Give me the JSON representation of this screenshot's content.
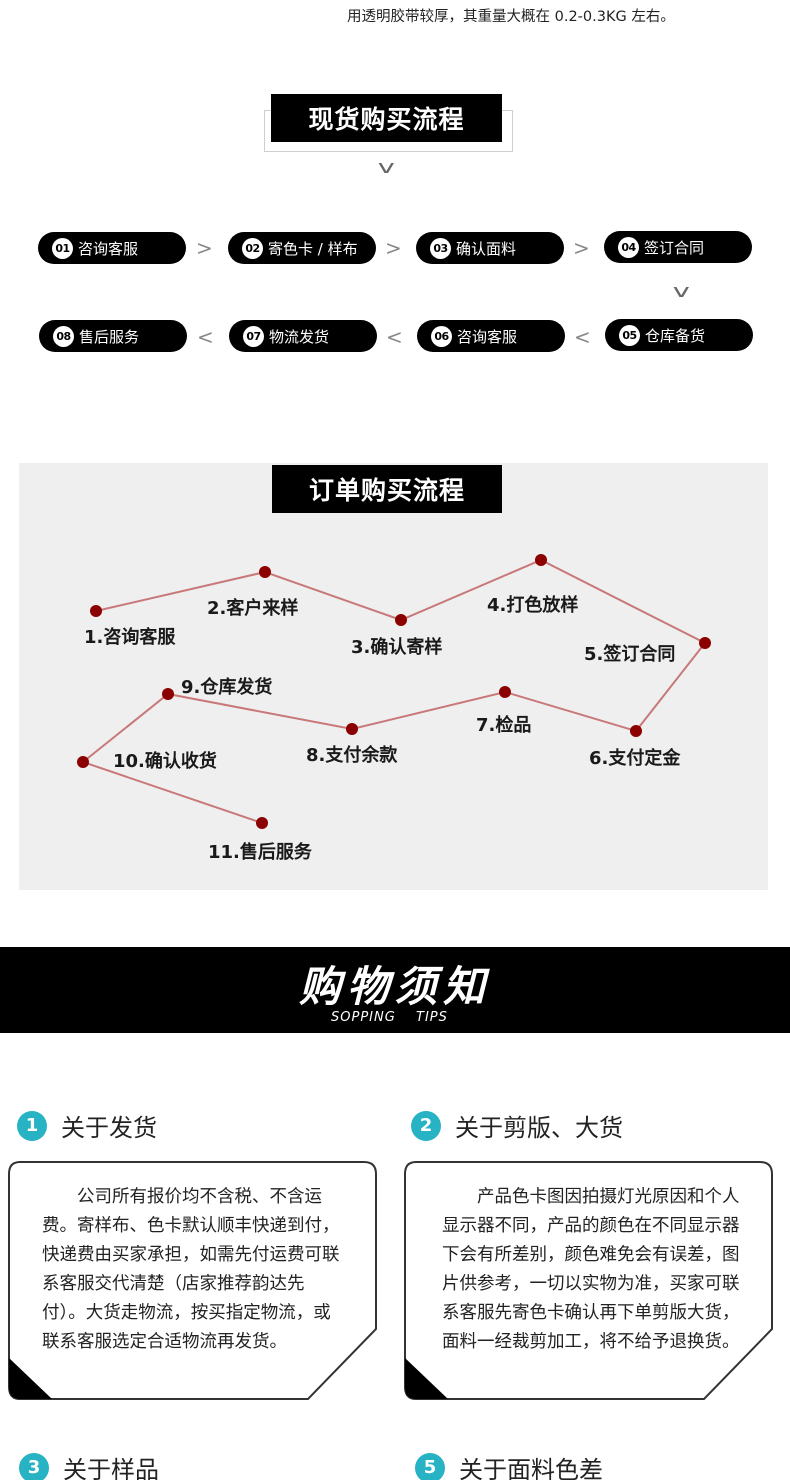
{
  "top_note": "用透明胶带较厚，其重量大概在 0.2-0.3KG 左右。",
  "spot_flow": {
    "title": "现货购买流程",
    "steps": [
      {
        "num": "01",
        "label": "咨询客服"
      },
      {
        "num": "02",
        "label": "寄色卡 / 样布"
      },
      {
        "num": "03",
        "label": "确认面料"
      },
      {
        "num": "04",
        "label": "签订合同"
      },
      {
        "num": "05",
        "label": "仓库备货"
      },
      {
        "num": "06",
        "label": "咨询客服"
      },
      {
        "num": "07",
        "label": "物流发货"
      },
      {
        "num": "08",
        "label": "售后服务"
      }
    ],
    "arrow_right": ">",
    "arrow_left": "<",
    "arrow_down": "v"
  },
  "order_flow": {
    "title": "订单购买流程",
    "steps": [
      "1.咨询客服",
      "2.客户来样",
      "3.确认寄样",
      "4.打色放样",
      "5.签订合同",
      "6.支付定金",
      "7.检品",
      "8.支付余款",
      "9.仓库发货",
      "10.确认收货",
      "11.售后服务"
    ],
    "line_color": "#c87878",
    "dot_color": "#8b0000"
  },
  "notice_banner": {
    "title": "购物须知",
    "subtitle_left": "SOPPING",
    "subtitle_right": "TIPS"
  },
  "notices": [
    {
      "num": "1",
      "title": "关于发货",
      "text": "公司所有报价均不含税、不含运费。寄样布、色卡默认顺丰快递到付，快递费由买家承担，如需先付运费可联系客服交代清楚（店家推荐韵达先付）。大货走物流，按买指定物流，或联系客服选定合适物流再发货。"
    },
    {
      "num": "2",
      "title": "关于剪版、大货",
      "text": "产品色卡图因拍摄灯光原因和个人显示器不同，产品的颜色在不同显示器下会有所差别，颜色难免会有误差，图片供参考，一切以实物为准，买家可联系客服先寄色卡确认再下单剪版大货，面料一经裁剪加工，将不给予退换货。"
    },
    {
      "num": "3",
      "title": "关于样品"
    },
    {
      "num": "5",
      "title": "关于面料色差"
    }
  ],
  "accent_color": "#27b3c4"
}
